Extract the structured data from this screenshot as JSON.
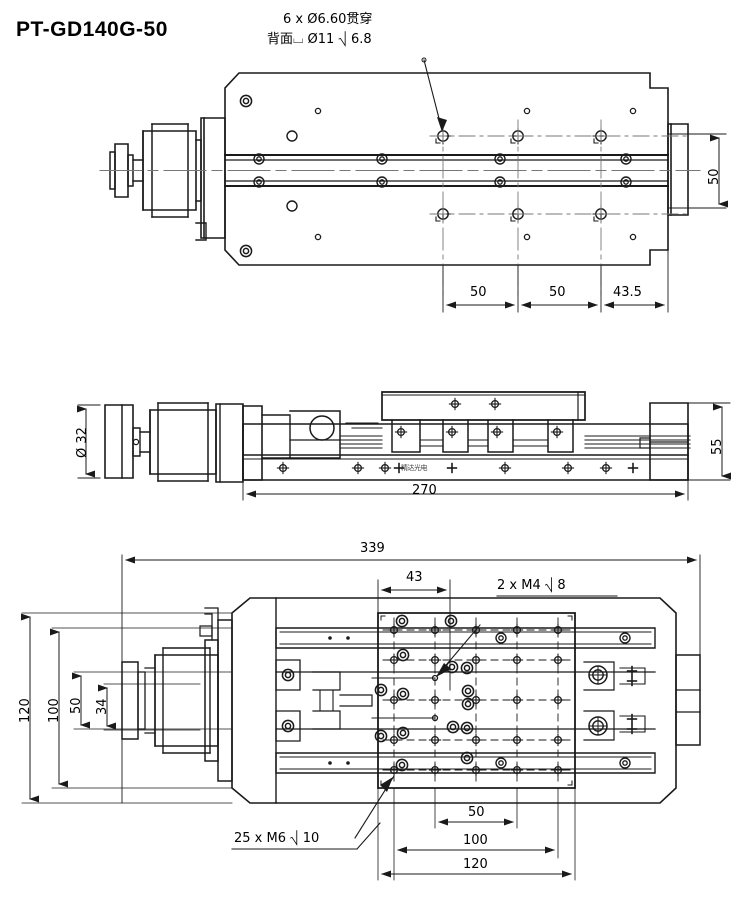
{
  "drawing": {
    "title": "PT-GD140G-50",
    "watermark_text": "精达光电"
  },
  "notes": {
    "top_hole_note_line1": "6 x  Ø6.60贯穿",
    "top_hole_note_line2": "背面⌴  Ø11 ⎷ 6.8",
    "bottom_m4_note": "2 x M4  ⎷ 8",
    "bottom_m6_note": "25 x M6  ⎷ 10"
  },
  "views": {
    "top": {
      "name": "top-view",
      "dims": {
        "pitch_1": "50",
        "pitch_2": "50",
        "edge_offset": "43.5",
        "width": "50"
      }
    },
    "side": {
      "name": "side-view",
      "dims": {
        "shaft_dia": "Ø 32",
        "length": "270",
        "height": "55"
      }
    },
    "bottom": {
      "name": "bottom-view",
      "dims": {
        "overall_length": "339",
        "plate_offset": "43",
        "height_120": "120",
        "height_100": "100",
        "height_50": "50",
        "height_34": "34",
        "width_50": "50",
        "width_100": "100",
        "width_120": "120"
      }
    }
  },
  "colors": {
    "line": "#1a1a1a",
    "thin": "#555555",
    "centerline": "#777777",
    "background": "#ffffff"
  }
}
